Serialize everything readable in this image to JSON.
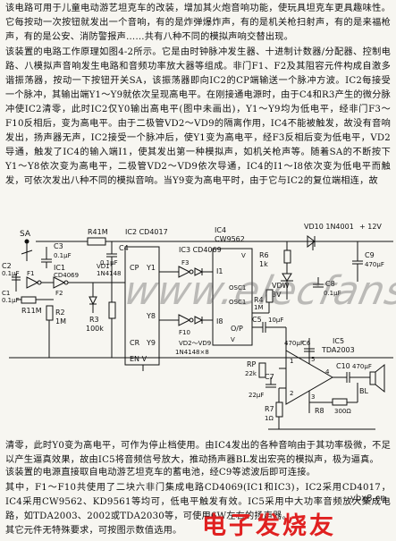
{
  "paragraphs": {
    "intro": "该电路可用于儿童电动游艺坦克车的改装，增加其火炮音响功能，使玩具坦克车更具趣味性。它每按动一次按钮就发出一个音响，有的是炸弹爆炸声，有的是机关枪扫射声，有的是来福枪声，有的是公安、消防警报声……共有八种不同的模拟声响交替出现。",
    "circuit": "该装置的电路工作原理如图4-2所示。它是由时钟脉冲发生器、十进制计数器/分配器、控制电路、八模拟声音响发生电路和音频功率放大器等组成。非门F1、F2及其阻容元件构成自激多谐振荡器，按动一下按钮开关SA，该振荡器即向IC2的CP端输送一个脉冲方波。IC2每接受一个脉冲，其输出端Y1～Y9就依次呈现高电平。在刚接通电源时，由于C4和R3产生的微分脉冲使IC2清零，此时IC2仅Y0输出高电平(图中未画出)，Y1～Y9均为低电平，经非门F3～F10反相后，变为高电平。由于二极管VD2～VD9的隔离作用，IC4不能被触发，故没有音响发出，扬声器无声，IC2接受一个脉冲后，使Y1变为高电平，经F3反相后变为低电平，VD2导通，触发了IC4的输入端I1，使其发出第一种模拟声，如机关枪声等。随着SA的不断按下Y1～Y8依次变为高电平，二极管VD2～VD9依次导通，IC4的I1～I8依次变为低电平而触发，可依次发出八种不同的模拟音响。当Y9变为高电平时，由于它与IC2的复位端相连，故",
    "after": "清零，此时Y0变为高电平，可作为停止档使用。由IC4发出的各种音响由于其功率极微，不足以产生逼真效果，故由IC5将音频信号放大，推动扬声器BL发出宏亮的模拟声，极为逼真。",
    "power": "该装置的电源直接取自电动游艺坦克车的蓄电池，经C9等滤波后即可连接。",
    "parts": "其中，F1～F10共使用了二块六非门集成电路CD4069(IC1和IC3)，IC2采用CD4017，IC4采用CW9562、KD9561等均可，低电平触发有效。IC5采用中大功率音频放大集成电路，如TDA2003、2002或TDA2030等，可使用6W左右的扬声器。",
    "last": "其它元件无特殊要求，可按图示数值选用。"
  },
  "watermark": "www.elecfans.com",
  "stamp_text": "电子发烧友",
  "corner_text": "ybx8.cn",
  "schematic": {
    "ic2_label": "IC2 CD4017",
    "ic3_label": "IC3 CD4069",
    "ic4_label": "IC4",
    "ic4_part": "CW9562",
    "ic1_label": "IC1",
    "ic1_part": "CD4069",
    "ic5_label": "IC5",
    "ic5_part": "TDA2003",
    "vd10": "VD10 1N4001",
    "supply": "+ 12V",
    "sa": "SA",
    "r41m": "R41M",
    "c4": "C4",
    "c4_val": "0.1μF",
    "c3": "C3",
    "c3_val": "0.1μF",
    "c2": "C2",
    "c2_val": "0.1μF",
    "c1": "C1",
    "c1_val": "0.1μF",
    "f1": "F1",
    "f2": "F2",
    "r11m": "R11M",
    "r2": "R2",
    "r2_val": "1M",
    "r3": "R3",
    "r3_val": "100k",
    "vd1": "VD1",
    "vd1_part": "1N4148",
    "cp": "CP",
    "y1": "Y1",
    "y8": "Y8",
    "y9": "Y9",
    "cr": "CR",
    "en_vss": "EN V",
    "f3": "F3",
    "f10": "F10",
    "i1": "I1",
    "i8": "I8",
    "osc1": "OSC1",
    "osc2": "OSC1",
    "op": "O/P",
    "vdd4": "V",
    "vss4": "V",
    "vd2_9": "VD2～VD9",
    "vd2_9_part": "1N4148×8",
    "r6": "R6",
    "r6_val": "1k",
    "r4": "R4",
    "r4_val": "1M",
    "vdw": "VDW",
    "vdw_val": "3V",
    "c9": "C9",
    "c9_val": "470μF",
    "c8": "C8",
    "c8_val": "0.1μF",
    "c5": "C5",
    "c5_val": "10μF",
    "c6": "470μF",
    "c6_label": "C6",
    "rp": "RP",
    "rp_val": "22k",
    "c7": "C7",
    "c7_val": "22μF",
    "c10": "C10",
    "c10_val": "470μF",
    "r8": "R8",
    "r8_val": "300Ω",
    "r7": "R7",
    "r7_val": "1Ω",
    "bl": "BL",
    "pin1": "1",
    "pin2": "2",
    "pin3": "3",
    "pin4": "4",
    "pin5": "5"
  }
}
